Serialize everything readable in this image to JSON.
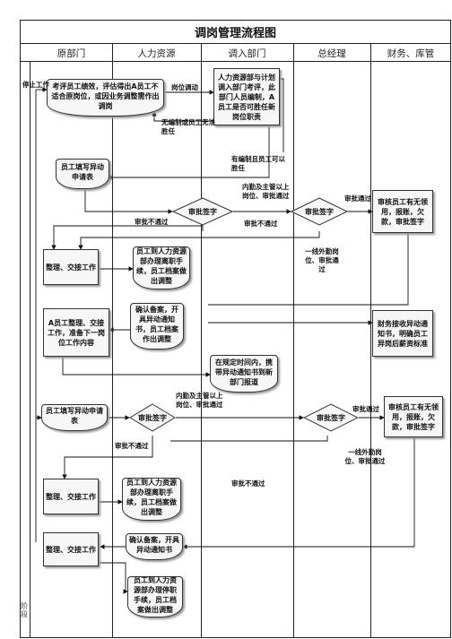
{
  "title": "调岗管理流程图",
  "columns": [
    "原部门",
    "人力资源",
    "调入部门",
    "总经理",
    "财务、库管"
  ],
  "stage_label": "阶段",
  "nodes": {
    "evaluate": "考评员工绩效，评估得出A员工不适合原岗位，或因业务调整需作出调岗",
    "plan": "人力资源部与计划调入部门考评，此部门人员编制，A员工是否可胜任新岗位职责",
    "apply1": "员工填写异动申请表",
    "approve1_dept": "审批签字",
    "approve1_gm": "审批签字",
    "finance1": "审核员工有无领用，报账，欠款，审批签字",
    "handover1": "整理、交接工作",
    "hr_resign1": "员工到人力资源部办理离职手续，员工档案做出调整",
    "confirm1": "确认备案，开具异动通知书，员工档案作出调整",
    "handover_a": "A员工整理、交接工作，准备下一岗位工作内容",
    "finance_notice": "财务接收异动通知书，明确员工异岗后薪资标准",
    "report": "在规定时间内，携带异动通知书到新部门报道",
    "apply2": "员工填写异动申请表",
    "approve2_hr": "审批签字",
    "approve2_gm": "审批签字",
    "finance2": "审核员工有无领用，报账，欠款，审批签字",
    "handover2": "整理、交接工作",
    "hr_resign2": "员工到人力资源部办理离职手续，员工档案做出调整",
    "confirm2": "确认备案，开具异动通知书",
    "handover3": "整理、交接工作",
    "hr_resign3": "员工到人力资源部办理停职手续，员工档案做出调整"
  },
  "labels": {
    "stop_work": "停止工作",
    "transfer": "岗位调动",
    "no_staff": "无编制或员工无法胜任",
    "has_staff": "有编制且员工可以胜任",
    "mid_level": "内勤及主管以上岗位、审批通过",
    "pass_a": "审批通过",
    "reject_a": "审批不通过",
    "reject_b": "审批不通过",
    "frontline_a": "一线外勤岗位、审批通过",
    "mid_level2": "内勤及主管以上岗位、审批通过",
    "pass_b": "审批通过",
    "reject_c": "审批不通过",
    "frontline_b": "一线外勤岗位、审批通过",
    "reject_d": "审批不通过"
  }
}
